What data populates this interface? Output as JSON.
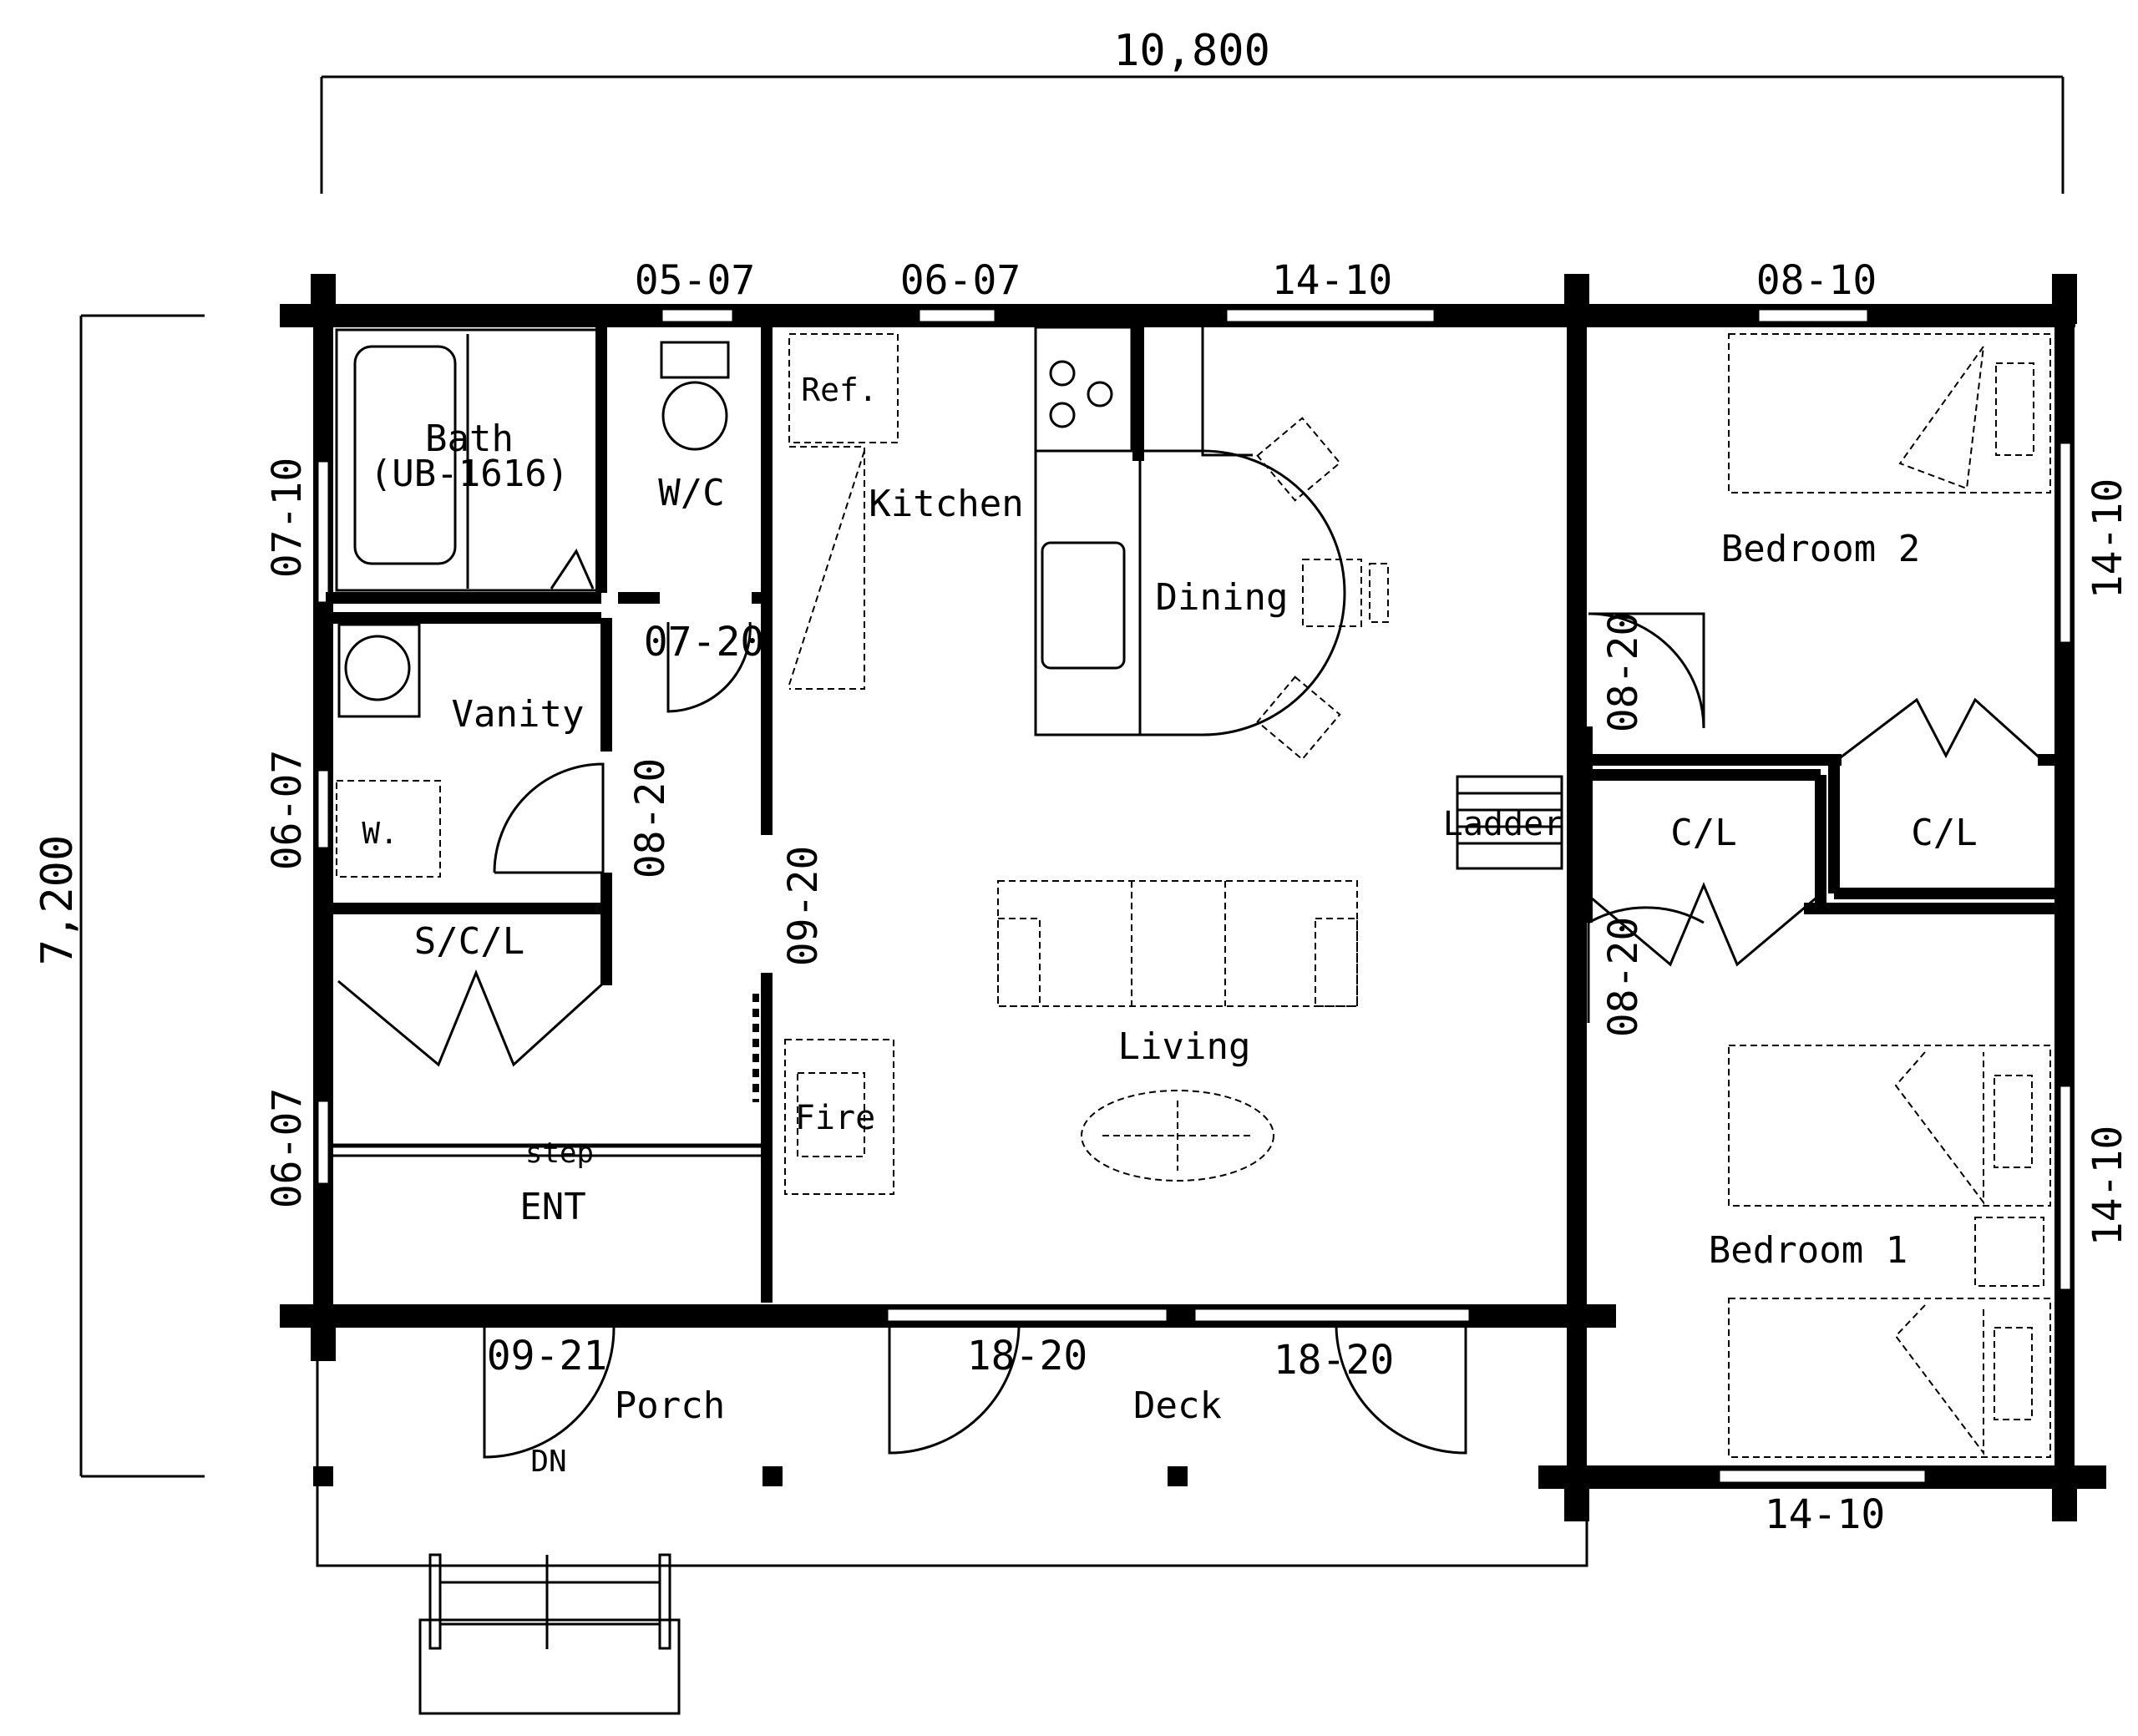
{
  "dimensions": {
    "width": "10,800",
    "height": "7,200"
  },
  "rooms": {
    "bath": "Bath",
    "bath_model": "(UB-1616)",
    "wc": "W/C",
    "ref": "Ref.",
    "kitchen": "Kitchen",
    "dining": "Dining",
    "bedroom2": "Bedroom 2",
    "vanity": "Vanity",
    "washer": "W.",
    "scl": "S/C/L",
    "ladder": "Ladder",
    "cl_left": "C/L",
    "cl_right": "C/L",
    "living": "Living",
    "fire": "Fire",
    "step": "step",
    "ent": "ENT",
    "bedroom1": "Bedroom 1",
    "porch": "Porch",
    "deck": "Deck",
    "dn": "DN"
  },
  "openings": {
    "top_wc": "05-07",
    "top_kitchen": "06-07",
    "top_dining": "14-10",
    "top_bed2": "08-10",
    "left_bath": "07-10",
    "left_vanity": "06-07",
    "left_ent": "06-07",
    "wc_door": "07-20",
    "vanity_door": "08-20",
    "ent_living": "09-20",
    "bed2_door": "08-20",
    "bed1_door": "08-20",
    "right_bed2": "14-10",
    "right_bed1": "14-10",
    "ent_door": "09-21",
    "deck_left": "18-20",
    "deck_right": "18-20",
    "bottom_bed1": "14-10"
  }
}
